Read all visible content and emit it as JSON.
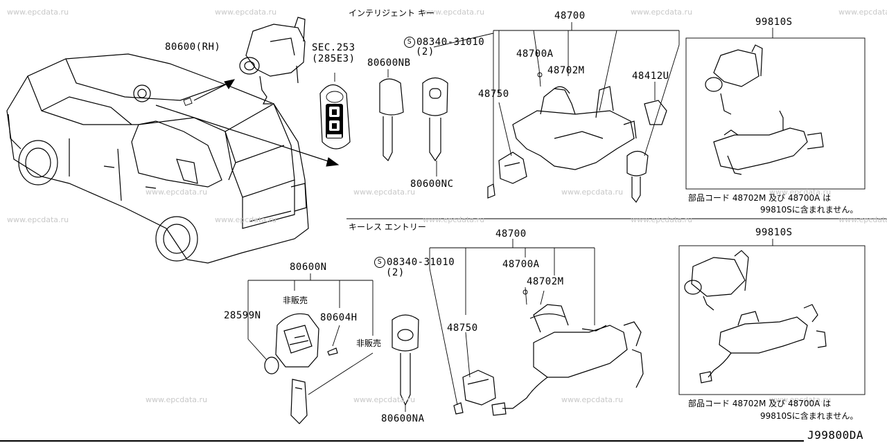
{
  "watermark": "www.epcdata.ru",
  "section_titles": {
    "intelligent_key": "インテリジェント キー",
    "keyless_entry": "キーレス エントリー"
  },
  "labels": {
    "p80600_rh": "80600(RH)",
    "sec_253": "SEC.253",
    "sec_285e3": "(285E3)",
    "p80600nb": "80600NB",
    "p80600nc": "80600NC",
    "p08340_top": "08340-31010",
    "p08340_top_qty": "(2)",
    "p48700_top": "48700",
    "p48700a_top": "48700A",
    "p48702m_top": "48702M",
    "p48750_top": "48750",
    "p48412u": "48412U",
    "p99810s_top": "99810S",
    "note_top_l1": "部品コード 48702M 及び 48700A は",
    "note_top_l2": "99810Sに含まれません。",
    "p80600n": "80600N",
    "hihanbai_1": "非販売",
    "p28599n": "28599N",
    "p80604h": "80604H",
    "hihanbai_2": "非販売",
    "p08340_bot": "08340-31010",
    "p08340_bot_qty": "(2)",
    "p48700_bot": "48700",
    "p48700a_bot": "48700A",
    "p48702m_bot": "48702M",
    "p48750_bot": "48750",
    "p80600na": "80600NA",
    "p99810s_bot": "99810S",
    "note_bot_l1": "部品コード 48702M 及び 48700A は",
    "note_bot_l2": "99810Sに含まれません。",
    "diagram_code": "J99800DA",
    "s_symbol": "S"
  }
}
